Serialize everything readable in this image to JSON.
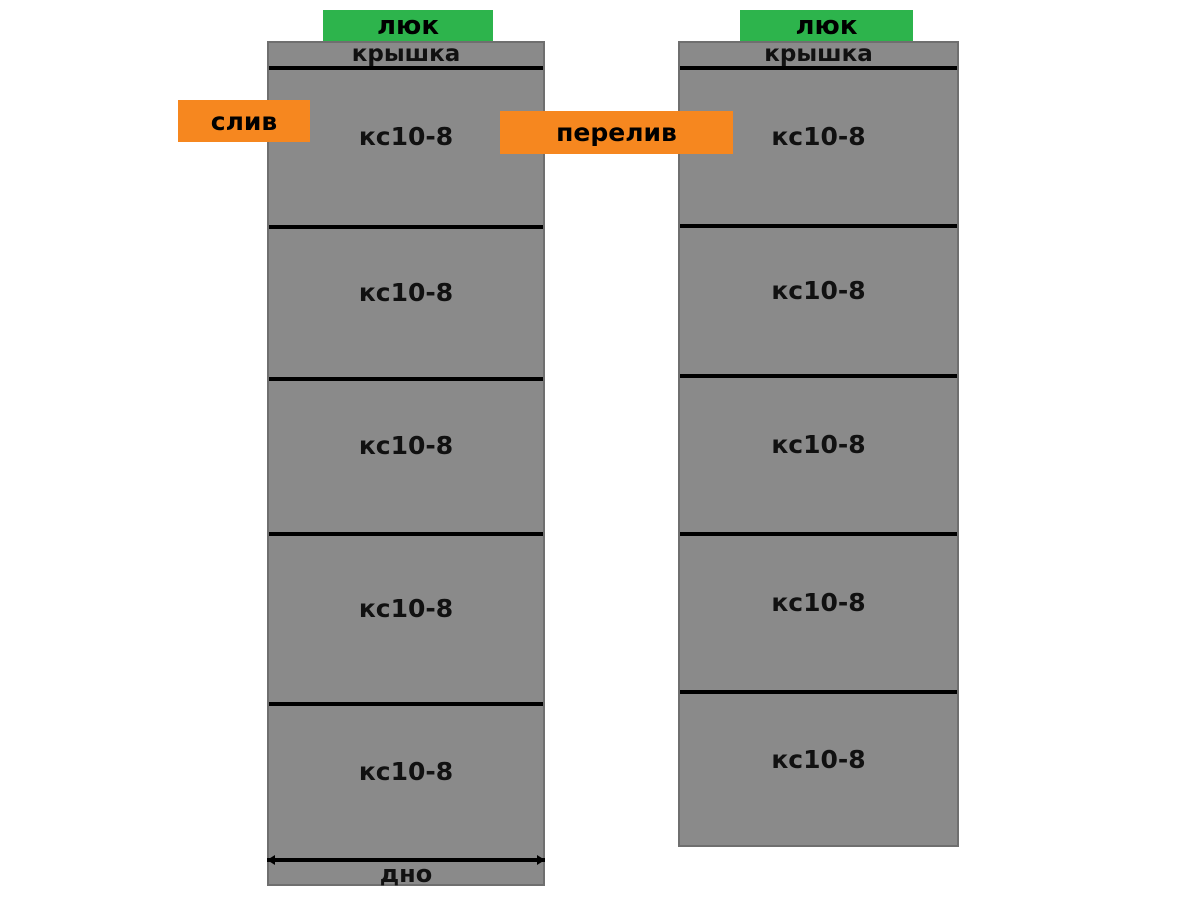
{
  "colors": {
    "background": "#ffffff",
    "ring_gray": "#8a8a8a",
    "ring_border_gray": "#6f6f6f",
    "hatch_green": "#2db44c",
    "callout_orange": "#f6871f",
    "line_black": "#000000",
    "text_black": "#111111"
  },
  "left_well": {
    "hatch_label": "люк",
    "cover_label": "крышка",
    "rings": [
      "кс10-8",
      "кс10-8",
      "кс10-8",
      "кс10-8",
      "кс10-8"
    ],
    "bottom_label": "дно"
  },
  "right_well": {
    "hatch_label": "люк",
    "cover_label": "крышка",
    "rings": [
      "кс10-8",
      "кс10-8",
      "кс10-8",
      "кс10-8",
      "кс10-8"
    ]
  },
  "callouts": {
    "drain": "слив",
    "overflow": "перелив"
  }
}
